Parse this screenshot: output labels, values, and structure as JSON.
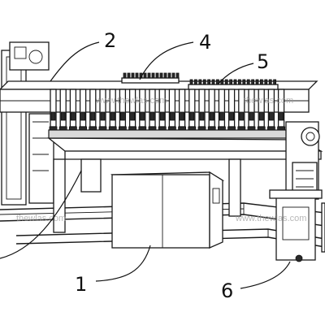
{
  "callouts": [
    {
      "id": "1",
      "text": "1"
    },
    {
      "id": "2",
      "text": "2"
    },
    {
      "id": "4",
      "text": "4"
    },
    {
      "id": "5",
      "text": "5"
    },
    {
      "id": "6",
      "text": "6"
    }
  ],
  "watermarks": [
    "www.thewlas.com",
    "thewlas.com",
    "www.thewlas.com",
    "thewlas.com"
  ]
}
